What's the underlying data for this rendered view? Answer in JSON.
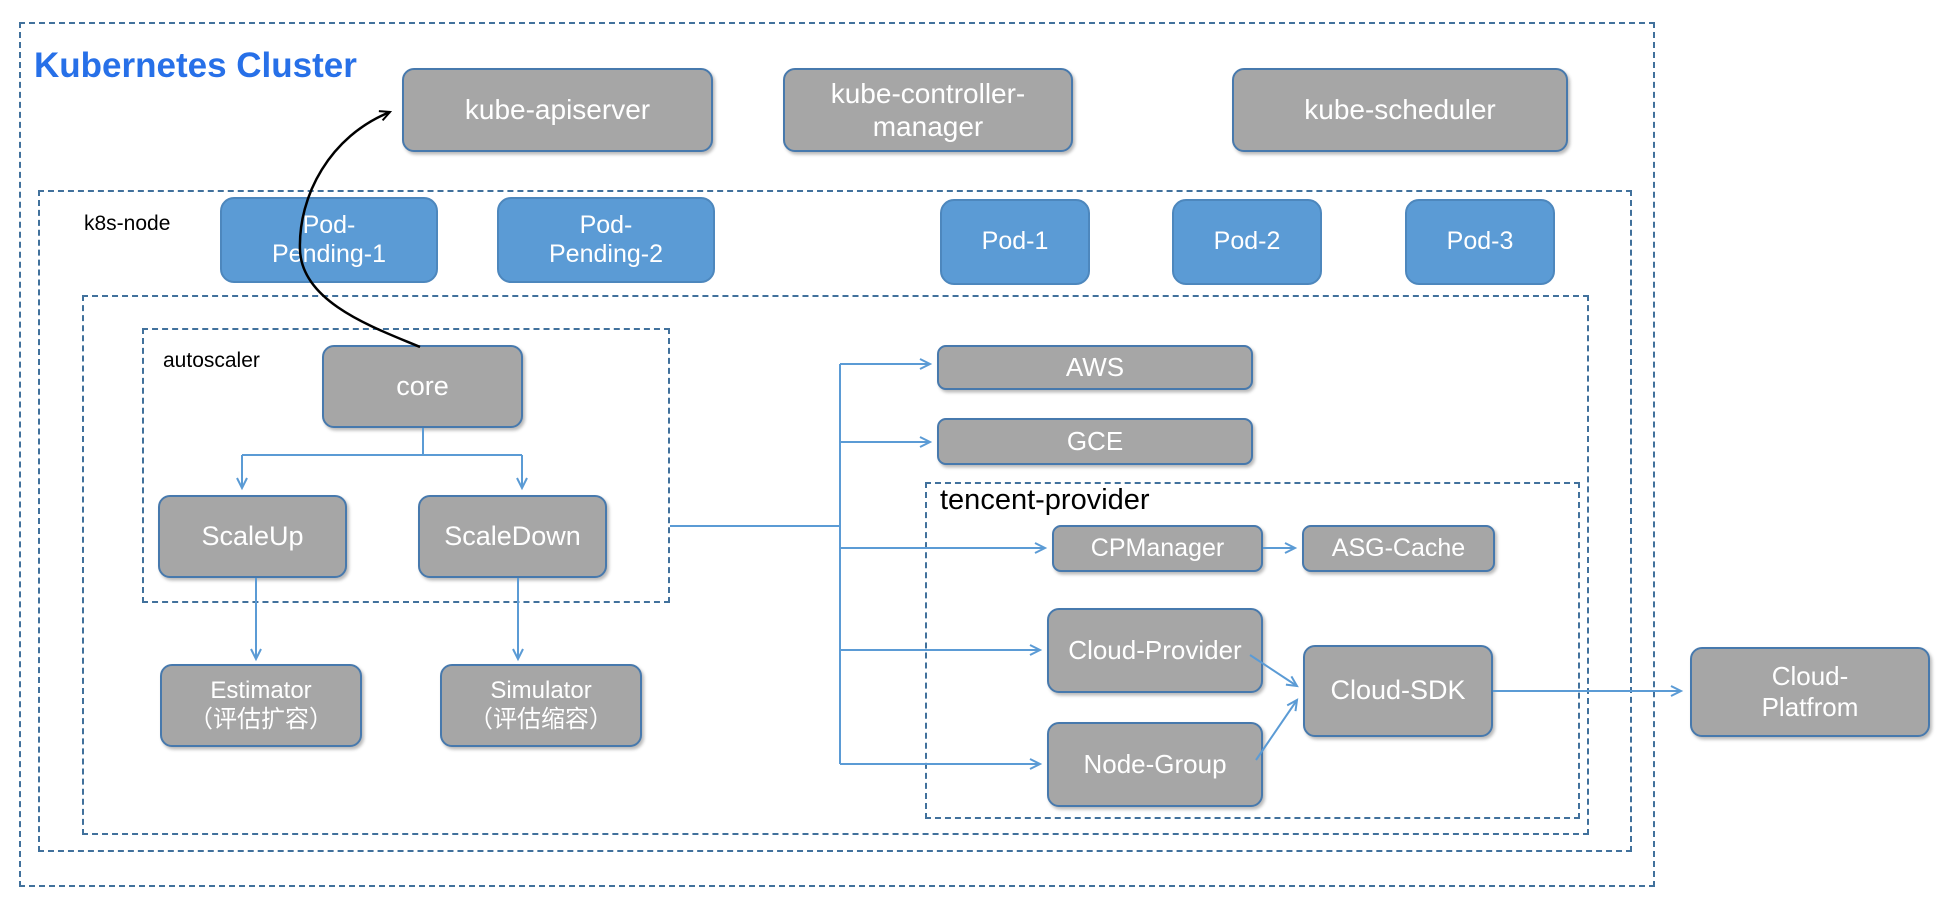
{
  "title": "Kubernetes Cluster",
  "groups": {
    "k8s_node": "k8s-node",
    "autoscaler": "autoscaler",
    "tencent_provider": "tencent-provider"
  },
  "nodes": {
    "kube_apiserver": "kube-apiserver",
    "kube_controller_manager": "kube-controller-\nmanager",
    "kube_scheduler": "kube-scheduler",
    "pod_pending_1": "Pod-\nPending-1",
    "pod_pending_2": "Pod-\nPending-2",
    "pod_1": "Pod-1",
    "pod_2": "Pod-2",
    "pod_3": "Pod-3",
    "core": "core",
    "scale_up": "ScaleUp",
    "scale_down": "ScaleDown",
    "estimator": "Estimator\n（评估扩容）",
    "simulator": "Simulator\n（评估缩容）",
    "aws": "AWS",
    "gce": "GCE",
    "cp_manager": "CPManager",
    "asg_cache": "ASG-Cache",
    "cloud_provider": "Cloud-Provider",
    "node_group": "Node-Group",
    "cloud_sdk": "Cloud-SDK",
    "cloud_platform": "Cloud-\nPlatfrom"
  },
  "edges": [
    {
      "from": "core",
      "to": "kube-apiserver",
      "style": "curved-black-arrow"
    },
    {
      "from": "core",
      "to": "ScaleUp"
    },
    {
      "from": "core",
      "to": "ScaleDown"
    },
    {
      "from": "ScaleUp",
      "to": "Estimator（评估扩容）"
    },
    {
      "from": "ScaleDown",
      "to": "Simulator（评估缩容）"
    },
    {
      "from": "autoscaler",
      "to": "AWS"
    },
    {
      "from": "autoscaler",
      "to": "GCE"
    },
    {
      "from": "autoscaler",
      "to": "CPManager"
    },
    {
      "from": "autoscaler",
      "to": "Cloud-Provider"
    },
    {
      "from": "autoscaler",
      "to": "Node-Group"
    },
    {
      "from": "CPManager",
      "to": "ASG-Cache"
    },
    {
      "from": "Cloud-Provider",
      "to": "Cloud-SDK"
    },
    {
      "from": "Node-Group",
      "to": "Cloud-SDK"
    },
    {
      "from": "Cloud-SDK",
      "to": "Cloud-Platfrom"
    }
  ],
  "colors": {
    "title": "#2770e8",
    "border": "#41719c",
    "box_gray": "#a6a6a6",
    "box_blue": "#5b9bd5",
    "box_text": "#ffffff",
    "arrow": "#5b9bd5",
    "label": "#000000"
  }
}
